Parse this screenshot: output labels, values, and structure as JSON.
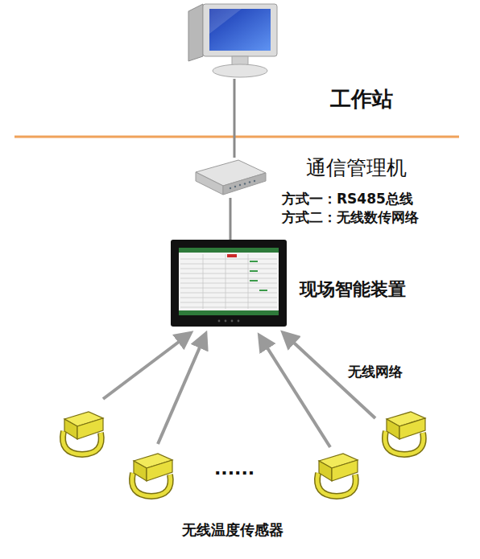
{
  "diagram": {
    "nodes": [
      {
        "text": [
          "工作站"
        ]
      },
      {
        "text": [
          "通信管理机",
          "方式一：RS485总线",
          "方式二：无线数传网络"
        ]
      },
      {
        "text": [
          "现场智能装置"
        ]
      }
    ],
    "edges": [
      {
        "from": 0,
        "to": 1,
        "arrow": "none"
      },
      {
        "from": 1,
        "to": 2,
        "arrow": "none"
      }
    ],
    "labels": [
      "无线网络",
      "......",
      "无线温度传感器"
    ]
  }
}
